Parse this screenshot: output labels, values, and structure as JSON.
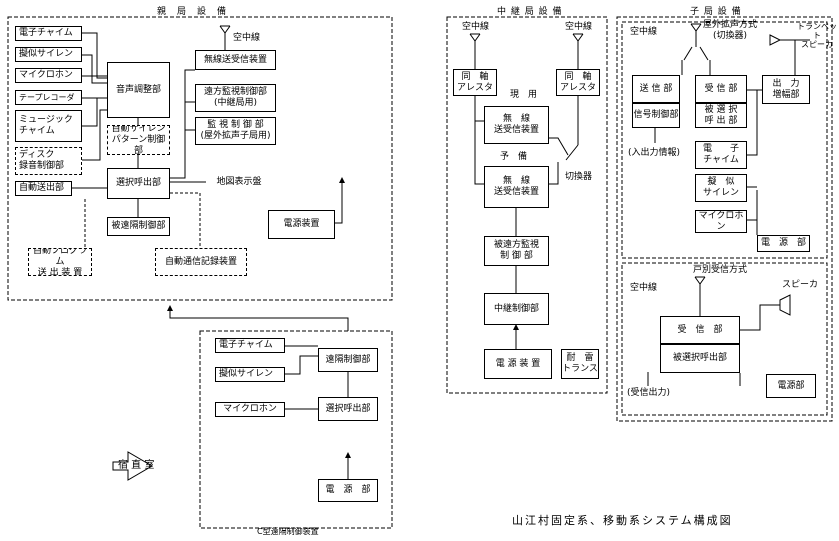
{
  "headers": {
    "parent": "親　局　設　備",
    "relay": "中 継 局 設 備",
    "child": "子 局 設 備"
  },
  "parent": {
    "chime": "電子チャイム",
    "siren": "擬似サイレン",
    "mic": "マイクロホン",
    "tape": "テープレコーダ",
    "music": "ミュージック\nチャイム",
    "disk": "ディスク\n録音制御部",
    "auto_send": "自動送出部",
    "audio": "音声調整部",
    "auto_siren": "自動サイレン\nパターン制御部",
    "sel_call": "選択呼出部",
    "remote_ctrl": "被遠隔制御部",
    "auto_prog": "自動プログラム\n送 出 装 置",
    "auto_log": "自動通信記録装置",
    "map": "地図表示盤",
    "power": "電源装置",
    "antenna": "空中線",
    "radio": "無線送受信装置",
    "remote_mon": "遠方監視制御部\n(中継局用)",
    "mon_ctrl": "監 視 制 御 部\n(屋外拡声子局用)"
  },
  "remote": {
    "chime": "電子チャイム",
    "siren": "擬似サイレン",
    "mic": "マイクロホン",
    "ctrl": "遠隔制御部",
    "sel_call": "選択呼出部",
    "power": "電　源　部",
    "duty_room": "宿 直 室",
    "caption": "C型遠隔制御装置"
  },
  "relay": {
    "antenna_left": "空中線",
    "antenna_right": "空中線",
    "arrester_left": "同　軸\nアレスタ",
    "arrester_right": "同　軸\nアレスタ",
    "active": "現　用",
    "standby": "予　備",
    "radio1": "無　線\n送受信装置",
    "radio2": "無　線\n送受信装置",
    "switch": "切換器",
    "remote_mon": "被遠方監視\n制 御 部",
    "relay_ctrl": "中継制御部",
    "power": "電 源 装 置",
    "lightning": "耐　雷\nトランス"
  },
  "child": {
    "outdoor_title": "屋外拡声方式\n(切換器)",
    "antenna": "空中線",
    "horn": "トランペット\nスピーカ",
    "tx": "送 信 部",
    "signal_ctrl": "信号制御部",
    "io_info": "(入出力情報)",
    "rx": "受 信 部",
    "sel_called": "被 選 択\n呼 出 部",
    "amp": "出　力\n増幅部",
    "chime": "電　　子\nチャイム",
    "siren": "擬　似\nサイレン",
    "mic": "マイクロホン",
    "power1": "電　源　部",
    "indiv_title": "戸別受信方式",
    "antenna2": "空中線",
    "speaker": "スピーカ",
    "rx2": "受　信　部",
    "sel_called2": "被選択呼出部",
    "rx_out": "(受信出力)",
    "power2": "電源部"
  },
  "caption": "山江村固定系、移動系システム構成図"
}
